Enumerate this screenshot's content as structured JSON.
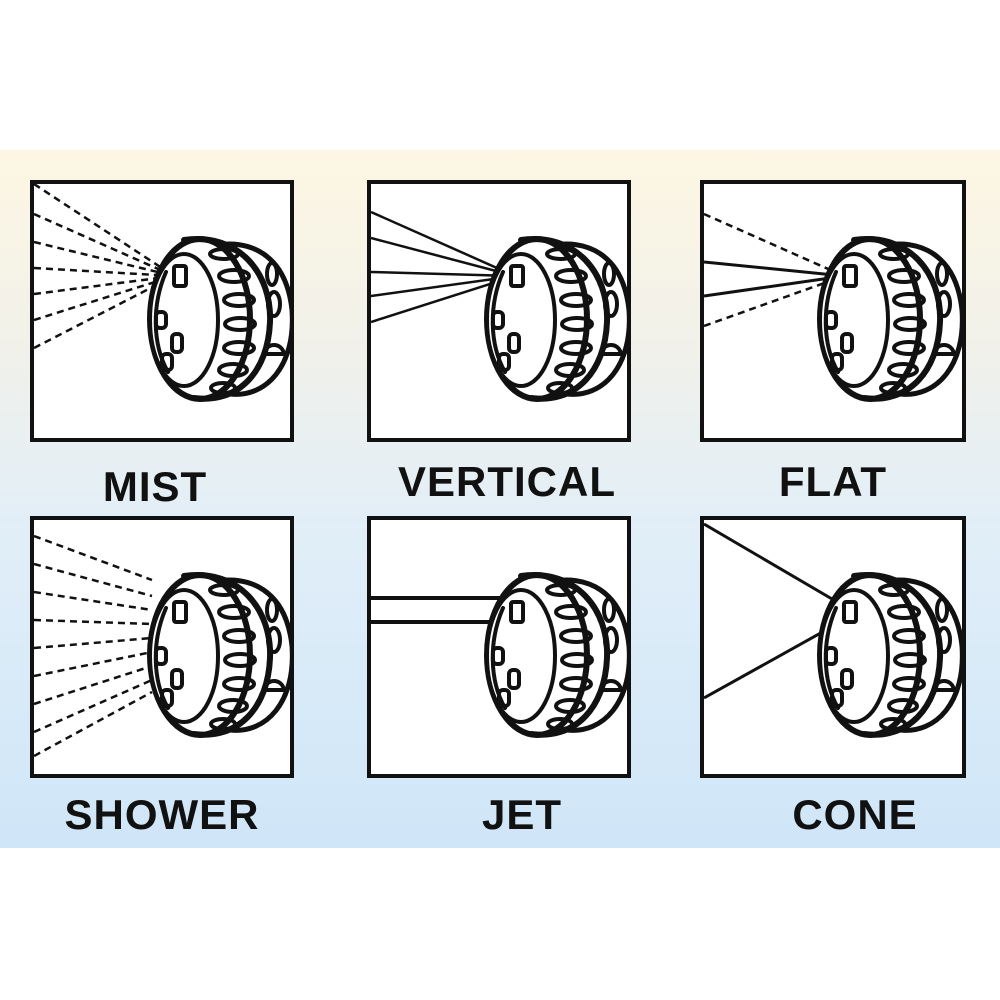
{
  "modes": [
    {
      "id": "mist",
      "label": "MIST"
    },
    {
      "id": "vertical",
      "label": "VERTICAL"
    },
    {
      "id": "flat",
      "label": "FLAT"
    },
    {
      "id": "shower",
      "label": "SHOWER"
    },
    {
      "id": "jet",
      "label": "JET"
    },
    {
      "id": "cone",
      "label": "CONE"
    }
  ],
  "colors": {
    "ink": "#111111",
    "panel": "#ffffff",
    "band_top": "#fdf6e3",
    "band_bottom": "#cfe6f8"
  }
}
